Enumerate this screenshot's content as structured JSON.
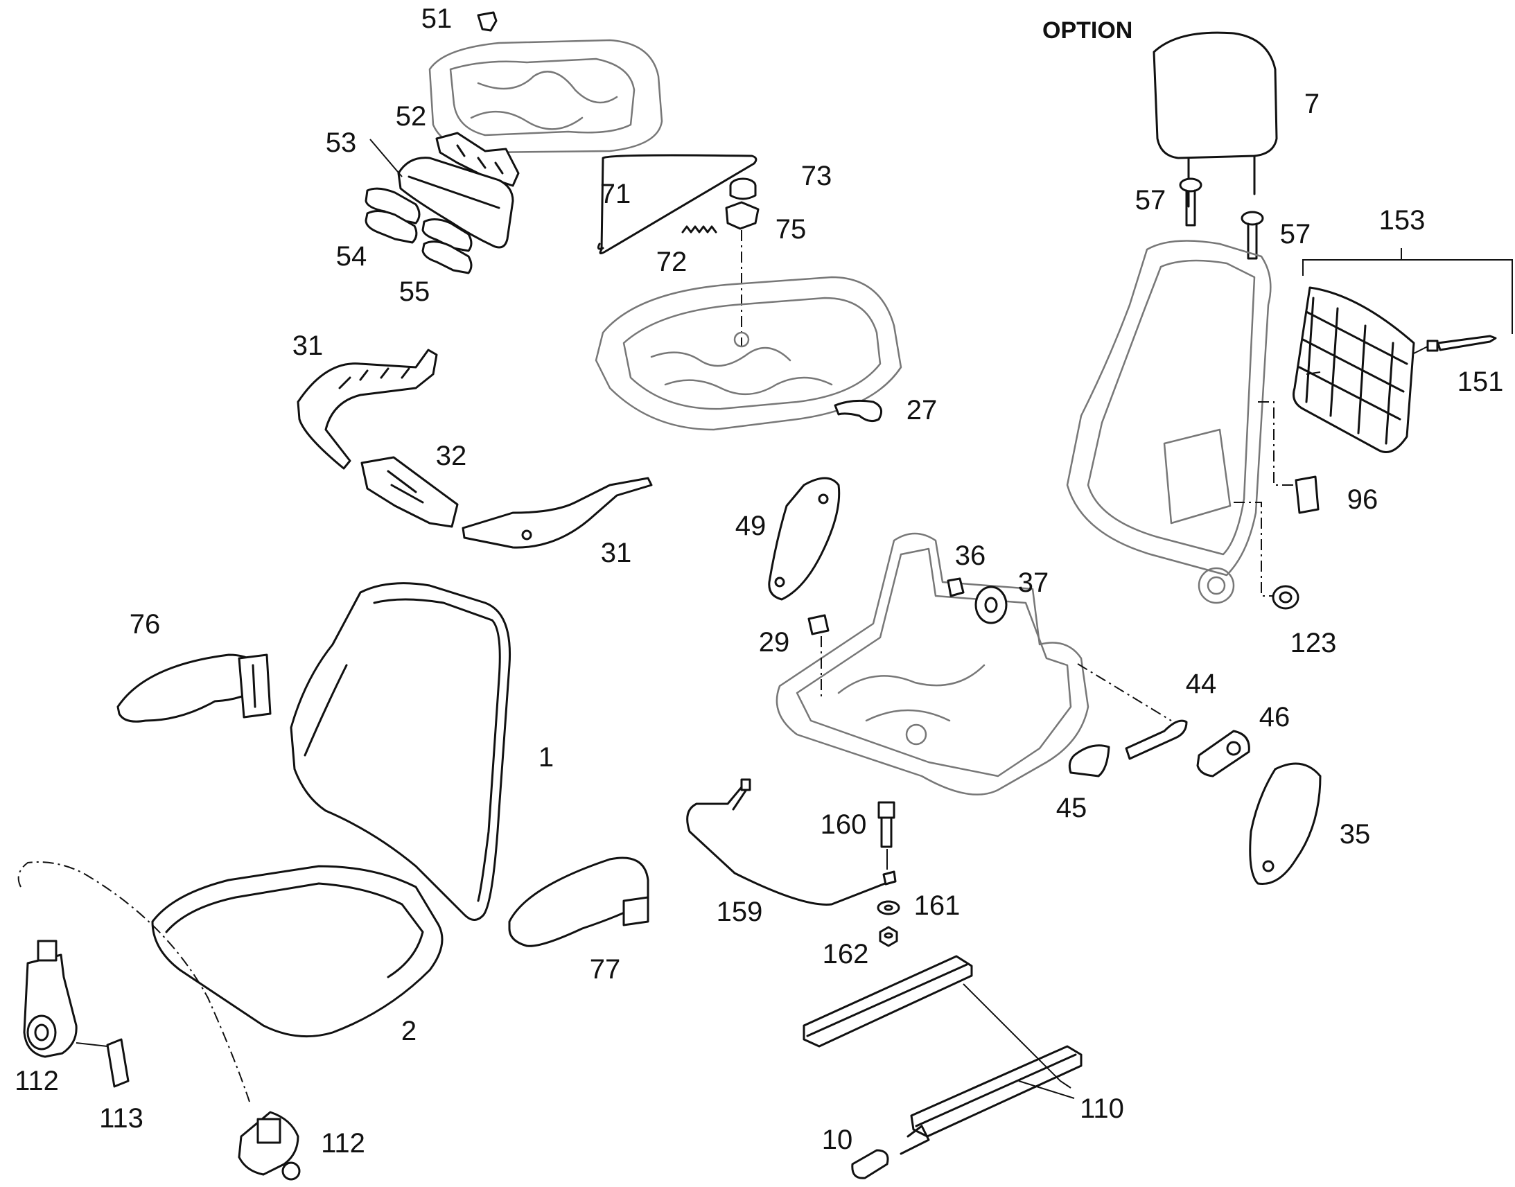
{
  "header": {
    "option_label": "OPTION"
  },
  "parts": [
    {
      "id": "p51",
      "label": "51"
    },
    {
      "id": "p52",
      "label": "52"
    },
    {
      "id": "p53",
      "label": "53"
    },
    {
      "id": "p54",
      "label": "54"
    },
    {
      "id": "p55",
      "label": "55"
    },
    {
      "id": "p71",
      "label": "71"
    },
    {
      "id": "p72",
      "label": "72"
    },
    {
      "id": "p73",
      "label": "73"
    },
    {
      "id": "p75",
      "label": "75"
    },
    {
      "id": "p27",
      "label": "27"
    },
    {
      "id": "p31a",
      "label": "31"
    },
    {
      "id": "p31b",
      "label": "31"
    },
    {
      "id": "p32",
      "label": "32"
    },
    {
      "id": "p7",
      "label": "7"
    },
    {
      "id": "p57a",
      "label": "57"
    },
    {
      "id": "p57b",
      "label": "57"
    },
    {
      "id": "p153",
      "label": "153"
    },
    {
      "id": "p151",
      "label": "151"
    },
    {
      "id": "p96",
      "label": "96"
    },
    {
      "id": "p123",
      "label": "123"
    },
    {
      "id": "p49",
      "label": "49"
    },
    {
      "id": "p36",
      "label": "36"
    },
    {
      "id": "p37",
      "label": "37"
    },
    {
      "id": "p29",
      "label": "29"
    },
    {
      "id": "p44",
      "label": "44"
    },
    {
      "id": "p46",
      "label": "46"
    },
    {
      "id": "p45",
      "label": "45"
    },
    {
      "id": "p35",
      "label": "35"
    },
    {
      "id": "p76",
      "label": "76"
    },
    {
      "id": "p1",
      "label": "1"
    },
    {
      "id": "p2",
      "label": "2"
    },
    {
      "id": "p77",
      "label": "77"
    },
    {
      "id": "p160",
      "label": "160"
    },
    {
      "id": "p159",
      "label": "159"
    },
    {
      "id": "p161",
      "label": "161"
    },
    {
      "id": "p162",
      "label": "162"
    },
    {
      "id": "p112a",
      "label": "112"
    },
    {
      "id": "p113",
      "label": "113"
    },
    {
      "id": "p112b",
      "label": "112"
    },
    {
      "id": "p110",
      "label": "110"
    },
    {
      "id": "p10",
      "label": "10"
    }
  ]
}
